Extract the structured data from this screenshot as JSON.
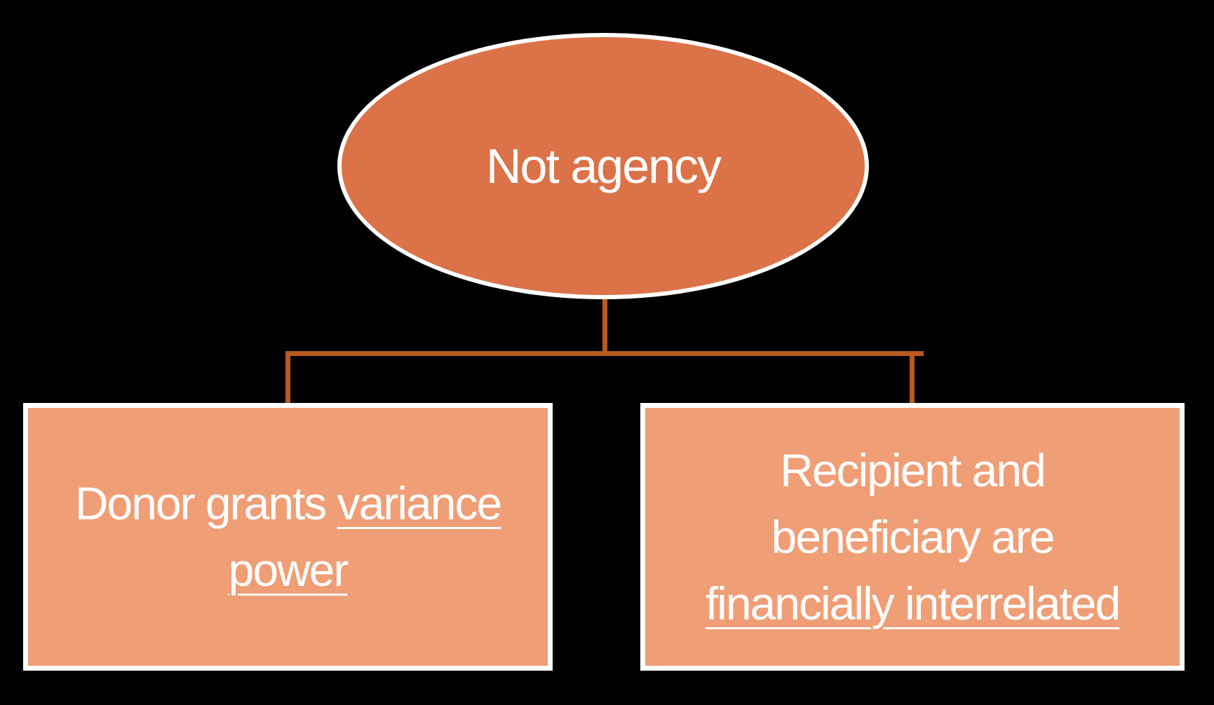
{
  "diagram": {
    "type": "hierarchy",
    "root": {
      "shape": "ellipse",
      "label": "Not agency"
    },
    "children": [
      {
        "shape": "rectangle",
        "label": "Donor grants variance power",
        "lines": [
          [
            {
              "t": "Donor grants ",
              "u": false
            },
            {
              "t": "variance",
              "u": true
            }
          ],
          [
            {
              "t": "power",
              "u": true
            }
          ]
        ]
      },
      {
        "shape": "rectangle",
        "label": "Recipient and beneficiary are financially interrelated",
        "lines": [
          [
            {
              "t": "Recipient and",
              "u": false
            }
          ],
          [
            {
              "t": "beneficiary are",
              "u": false
            }
          ],
          [
            {
              "t": "financially interrelated",
              "u": true
            }
          ]
        ]
      }
    ],
    "colors": {
      "background": "#000000",
      "ellipse_fill": "#DC7247",
      "box_fill": "#EF9E76",
      "connector": "#B85A20",
      "border": "#FFFFFF",
      "text": "#FFFFFF"
    }
  }
}
